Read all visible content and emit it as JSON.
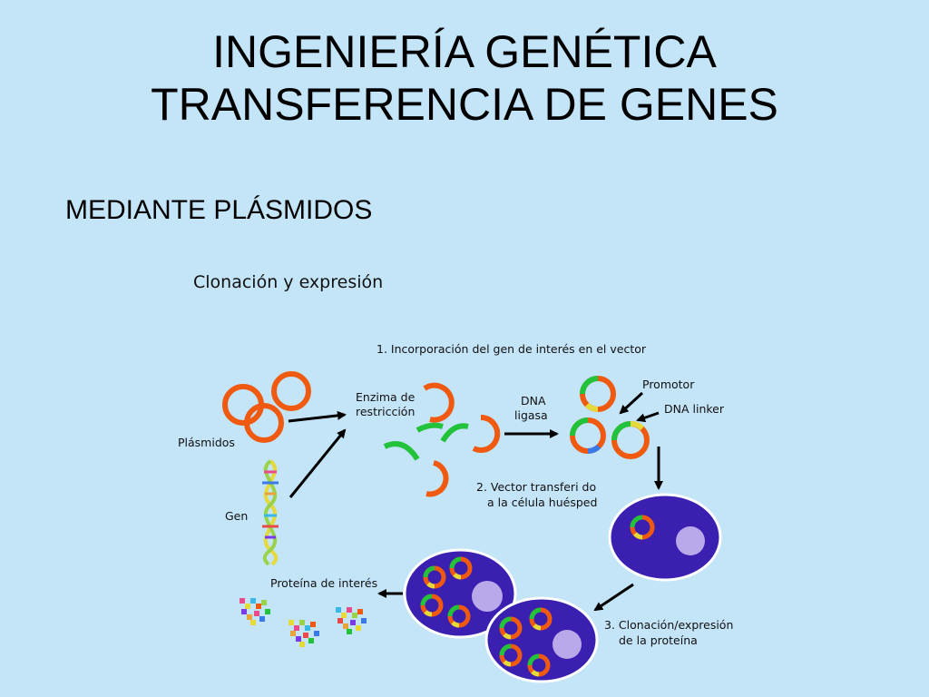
{
  "slide": {
    "title_line1": "INGENIERÍA GENÉTICA",
    "title_line2": "TRANSFERENCIA DE GENES",
    "subtitle": "MEDIANTE PLÁSMIDOS"
  },
  "diagram": {
    "title": "Clonación y expresión",
    "step1": "1. Incorporación del gen de interés en el vector",
    "enzyme_line1": "Enzima de",
    "enzyme_line2": "restricción",
    "ligase_line1": "DNA",
    "ligase_line2": "ligasa",
    "promotor": "Promotor",
    "dna_linker": "DNA linker",
    "plasmids": "Plásmidos",
    "gene": "Gen",
    "step2_line1": "2. Vector transferi do",
    "step2_line2": "a la célula huésped",
    "protein": "Proteína de interés",
    "step3_line1": "3. Clonación/expresión",
    "step3_line2": "de la proteína"
  },
  "colors": {
    "background": "#c4e4f8",
    "plasmid": "#f05a10",
    "dna_fragment": "#22c23a",
    "cell": "#3a1fb0",
    "nucleus": "#b9a8ea"
  }
}
